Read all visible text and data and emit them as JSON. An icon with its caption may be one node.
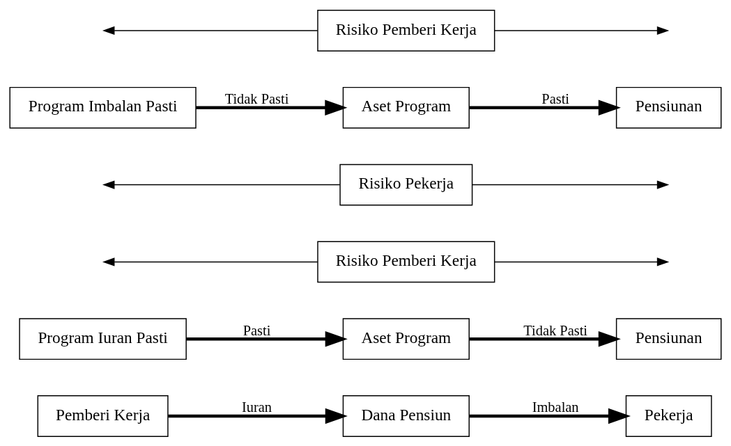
{
  "diagram": {
    "nodes": [
      {
        "text": [
          "Pemberi Kerja"
        ]
      },
      {
        "text": [
          "Dana Pensiun"
        ]
      },
      {
        "text": [
          "Pekerja"
        ]
      },
      {
        "text": [
          "Program Iuran Pasti"
        ]
      },
      {
        "text": [
          "Aset Program"
        ]
      },
      {
        "text": [
          "Pensiunan"
        ]
      },
      {
        "text": [
          "Risiko Pemberi Kerja"
        ]
      },
      {
        "text": [
          "Risiko Pekerja"
        ]
      },
      {
        "text": [
          "Program Imbalan Pasti"
        ]
      },
      {
        "text": [
          "Aset Program"
        ]
      },
      {
        "text": [
          "Pensiunan"
        ]
      },
      {
        "text": [
          "Risiko Pemberi Kerja"
        ]
      }
    ],
    "edges": [
      {
        "from": 0,
        "to": 1,
        "arrow": "to",
        "label": "Iuran",
        "style": "thick"
      },
      {
        "from": 1,
        "to": 2,
        "arrow": "to",
        "label": "Imbalan",
        "style": "thick"
      },
      {
        "from": 3,
        "to": 4,
        "arrow": "to",
        "label": "Pasti",
        "style": "thick"
      },
      {
        "from": 4,
        "to": 5,
        "arrow": "to",
        "label": "Tidak Pasti",
        "style": "thick"
      },
      {
        "from": 6,
        "to": null,
        "arrow": "to"
      },
      {
        "from": 6,
        "to": null,
        "arrow": "to"
      },
      {
        "from": 7,
        "to": null,
        "arrow": "to"
      },
      {
        "from": 7,
        "to": null,
        "arrow": "to"
      },
      {
        "from": 8,
        "to": 9,
        "arrow": "to",
        "label": "Tidak Pasti",
        "style": "thick"
      },
      {
        "from": 9,
        "to": 10,
        "arrow": "to",
        "label": "Pasti",
        "style": "thick"
      },
      {
        "from": 11,
        "to": null,
        "arrow": "to"
      },
      {
        "from": 11,
        "to": null,
        "arrow": "to"
      }
    ]
  }
}
